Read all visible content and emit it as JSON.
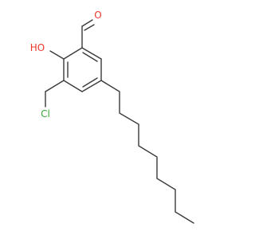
{
  "molecule": {
    "atoms": {
      "aldehyde_oxygen": {
        "label": "O",
        "color": "#e8372a"
      },
      "hydroxyl": {
        "label": "HO",
        "color": "#e8372a"
      },
      "chlorine": {
        "label": "Cl",
        "color": "#3aa83a"
      }
    },
    "bond_color": "#3a3a3a"
  }
}
